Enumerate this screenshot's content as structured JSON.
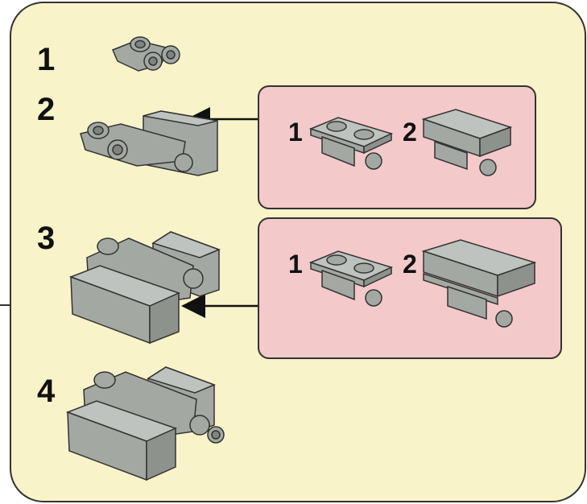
{
  "steps": [
    {
      "label": "1"
    },
    {
      "label": "2"
    },
    {
      "label": "3"
    },
    {
      "label": "4"
    }
  ],
  "subassemblies": [
    {
      "items": [
        {
          "label": "1"
        },
        {
          "label": "2"
        }
      ]
    },
    {
      "items": [
        {
          "label": "1"
        },
        {
          "label": "2"
        }
      ]
    }
  ],
  "colors": {
    "panel": "#f8f3c8",
    "subassembly": "#f4c9c9",
    "brick": "#a3a8a3",
    "outline": "#333333"
  }
}
